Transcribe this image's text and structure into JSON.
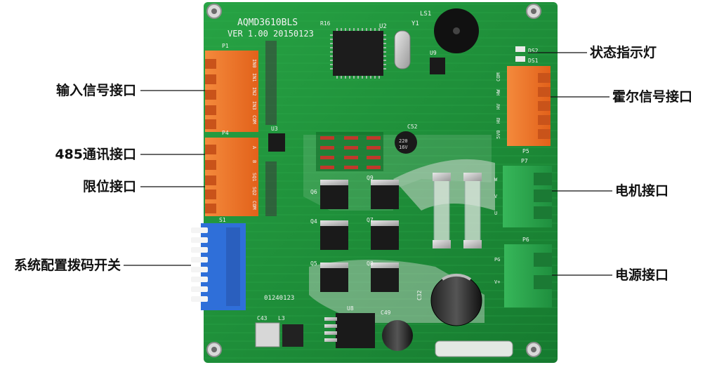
{
  "board": {
    "model_text": "AQMD3610BLS",
    "version_text": "VER 1.00 20150123",
    "bottom_code": "01240123",
    "connectors": {
      "p1": "P1",
      "p4": "P4",
      "p5": "P5",
      "p6": "P6",
      "p7": "P7",
      "s1": "S1"
    },
    "parts": {
      "u2": "U2",
      "u3": "U3",
      "u8": "U8",
      "u9": "U9",
      "y1": "Y1",
      "ls1": "LS1",
      "ds1": "DS1",
      "ds2": "DS2",
      "q4": "Q4",
      "q5": "Q5",
      "q6": "Q6",
      "q7": "Q7",
      "q8": "Q8",
      "q9": "Q9",
      "c43": "C43",
      "l3": "L3",
      "c49": "C49",
      "c32": "C32",
      "c52": "C52",
      "r16": "R16",
      "cap_value": "220",
      "cap_voltage": "16V"
    },
    "pins": {
      "p1": [
        "IN0",
        "IN1",
        "IN2",
        "IN3",
        "COM"
      ],
      "p4": [
        "A",
        "B",
        "SQ1",
        "SQ2",
        "COM"
      ],
      "p5": [
        "COM",
        "HW",
        "HV",
        "HU",
        "5V0"
      ],
      "p7": [
        "W",
        "V",
        "U"
      ],
      "p6": [
        "PG",
        "V+"
      ]
    },
    "colors": {
      "pcb": "#1f8f3a",
      "orange_terminal": "#f07a2c",
      "green_terminal": "#2aa14a",
      "dip_switch": "#2f6fd9",
      "silkscreen": "#f2f2f2"
    }
  },
  "callouts": {
    "input_signal": "输入信号接口",
    "rs485": "485通讯接口",
    "limit": "限位接口",
    "dip_switch": "系统配置拨码开关",
    "status_led": "状态指示灯",
    "hall_signal": "霍尔信号接口",
    "motor": "电机接口",
    "power": "电源接口"
  }
}
